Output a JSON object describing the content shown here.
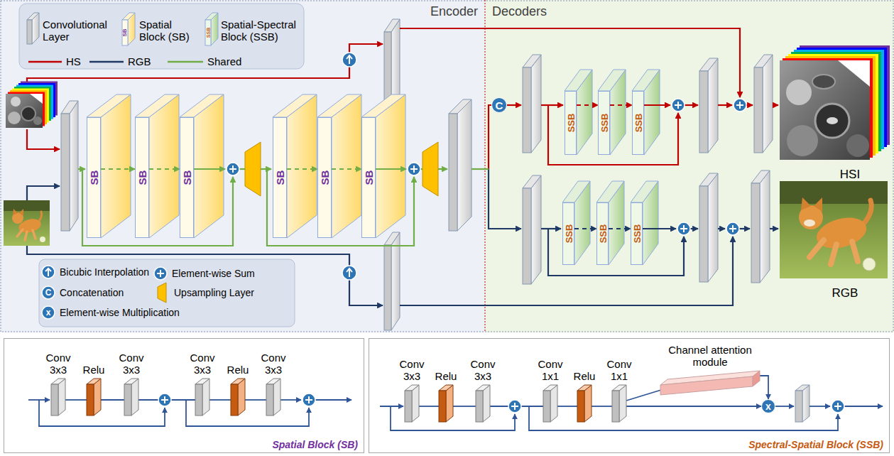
{
  "diagram": {
    "nodes": [
      {
        "text": [
          "Encoder"
        ]
      },
      {
        "text": [
          "SB"
        ],
        "in": 0
      },
      {
        "text": [
          "SB"
        ],
        "in": 0
      },
      {
        "text": [
          "SB"
        ],
        "in": 0
      },
      {
        "text": [
          "SB"
        ],
        "in": 0
      },
      {
        "text": [
          "SB"
        ],
        "in": 0
      },
      {
        "text": [
          "SB"
        ],
        "in": 0
      },
      {
        "text": [
          "Decoders"
        ]
      },
      {
        "text": [
          "C"
        ],
        "in": 7
      },
      {
        "text": [
          "SSB"
        ],
        "in": 7
      },
      {
        "text": [
          "SSB"
        ],
        "in": 7
      },
      {
        "text": [
          "SSB"
        ],
        "in": 7
      },
      {
        "text": [
          "SSB"
        ],
        "in": 7
      },
      {
        "text": [
          "SSB"
        ],
        "in": 7
      },
      {
        "text": [
          "SSB"
        ],
        "in": 7
      },
      {
        "text": [
          "Spatial Block (SB)"
        ]
      },
      {
        "text": [
          "Conv 3x3"
        ],
        "in": 15
      },
      {
        "text": [
          "Relu"
        ],
        "in": 15
      },
      {
        "text": [
          "Conv 3x3"
        ],
        "in": 15
      },
      {
        "text": [
          "Conv 3x3"
        ],
        "in": 15
      },
      {
        "text": [
          "Relu"
        ],
        "in": 15
      },
      {
        "text": [
          "Conv 3x3"
        ],
        "in": 15
      },
      {
        "text": [
          "Spectral-Spatial Block (SSB)"
        ]
      },
      {
        "text": [
          "Conv 3x3"
        ],
        "in": 22
      },
      {
        "text": [
          "Relu"
        ],
        "in": 22
      },
      {
        "text": [
          "Conv 3x3"
        ],
        "in": 22
      },
      {
        "text": [
          "Conv 1x1"
        ],
        "in": 22
      },
      {
        "text": [
          "Relu"
        ],
        "in": 22
      },
      {
        "text": [
          "Conv 1x1"
        ],
        "in": 22
      },
      {
        "text": [
          "Channel attention module"
        ],
        "in": 22
      },
      {
        "text": [
          "x"
        ],
        "in": 22
      }
    ],
    "edges": [
      {
        "from": 1,
        "to": 2,
        "arrow": "to"
      },
      {
        "from": 2,
        "to": 3,
        "arrow": "to"
      },
      {
        "from": 4,
        "to": 5,
        "arrow": "to"
      },
      {
        "from": 5,
        "to": 6,
        "arrow": "to"
      },
      {
        "from": 9,
        "to": 10,
        "arrow": "to"
      },
      {
        "from": 10,
        "to": 11,
        "arrow": "to"
      },
      {
        "from": 12,
        "to": 13,
        "arrow": "to"
      },
      {
        "from": 13,
        "to": 14,
        "arrow": "to"
      },
      {
        "from": 16,
        "to": 17,
        "arrow": "none"
      },
      {
        "from": 17,
        "to": 18,
        "arrow": "none"
      },
      {
        "from": 18,
        "to": 19,
        "arrow": "none"
      },
      {
        "from": 19,
        "to": 20,
        "arrow": "none"
      },
      {
        "from": 20,
        "to": 21,
        "arrow": "none"
      },
      {
        "from": 23,
        "to": 24,
        "arrow": "none"
      },
      {
        "from": 24,
        "to": 25,
        "arrow": "none"
      },
      {
        "from": 25,
        "to": 26,
        "arrow": "none"
      },
      {
        "from": 26,
        "to": 27,
        "arrow": "none"
      },
      {
        "from": 27,
        "to": 28,
        "arrow": "none"
      },
      {
        "from": 28,
        "to": 29,
        "arrow": "none"
      },
      {
        "from": 29,
        "to": 30,
        "arrow": "to"
      },
      {
        "from": 28,
        "to": 30,
        "arrow": "to"
      }
    ],
    "labels": [
      "SB",
      "SSB",
      "C",
      "x",
      "HSI",
      "RGB"
    ],
    "legend": [
      {
        "text": "Convolutional Layer"
      },
      {
        "text": "Spatial Block (SB)"
      },
      {
        "text": "Spatial-Spectral Block (SSB)"
      },
      {
        "text": "HS"
      },
      {
        "text": "RGB"
      },
      {
        "text": "Shared"
      },
      {
        "text": "Bicubic Interpolation"
      },
      {
        "text": "Element-wise Sum"
      },
      {
        "text": "Concatenation"
      },
      {
        "text": "Upsampling Layer"
      },
      {
        "text": "Element-wise Multiplication"
      }
    ]
  }
}
